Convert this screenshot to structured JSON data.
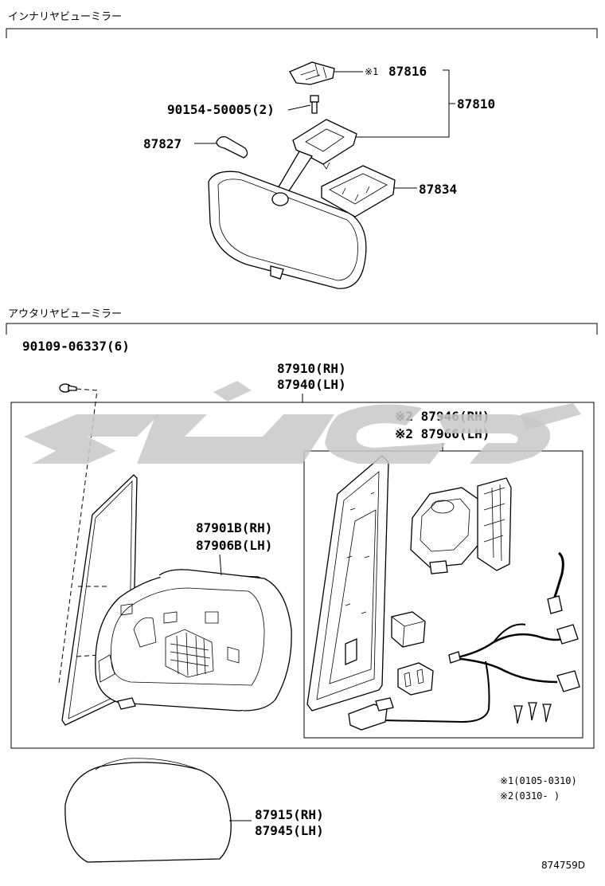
{
  "sections": {
    "interior": {
      "title": "インナリヤビューミラー"
    },
    "outer": {
      "title": "アウタリヤビューミラー"
    }
  },
  "labels": {
    "p87816": "87816",
    "p87816_note": "※1",
    "p87810": "87810",
    "p90154": "90154-50005(2)",
    "p87827": "87827",
    "p87834": "87834",
    "p90109": "90109-06337(6)",
    "p87910": "87910(RH)",
    "p87940": "87940(LH)",
    "p87946": "※2 87946(RH)",
    "p87966": "※2 87966(LH)",
    "p87901": "87901B(RH)",
    "p87906": "87906B(LH)",
    "p87915": "87915(RH)",
    "p87945": "87945(LH)"
  },
  "notes": {
    "n1": "※1(0105-0310)",
    "n2": "※2(0310-     )"
  },
  "diagram_ref": "874759D",
  "icons": {
    "watermark": "arabic-logo-watermark"
  }
}
